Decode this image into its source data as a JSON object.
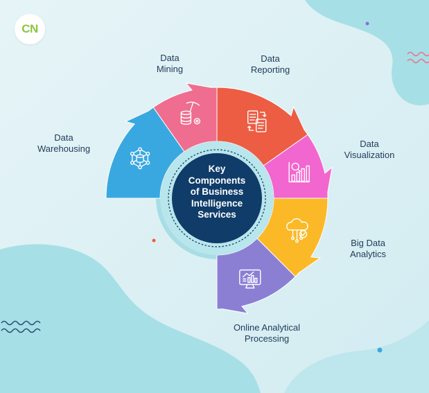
{
  "logo": {
    "text": "CN"
  },
  "center": {
    "line1": "Key",
    "line2": "Components",
    "line3": "of Business",
    "line4": "Intelligence",
    "line5": "Services"
  },
  "segments": [
    {
      "line1": "Data",
      "line2": "Warehousing",
      "color": "#3aa8e0",
      "icon": "network-database-icon"
    },
    {
      "line1": "Data",
      "line2": "Mining",
      "color": "#ef6d8e",
      "icon": "pickaxe-database-gear-icon"
    },
    {
      "line1": "Data",
      "line2": "Reporting",
      "color": "#ec5d44",
      "icon": "documents-exchange-icon"
    },
    {
      "line1": "Data",
      "line2": "Visualization",
      "color": "#f266cf",
      "icon": "chart-magnifier-icon"
    },
    {
      "line1": "Big Data",
      "line2": "Analytics",
      "color": "#fbb928",
      "icon": "cloud-data-check-icon"
    },
    {
      "line1": "Online Analytical",
      "line2": "Processing",
      "color": "#8b7fd4",
      "icon": "monitor-chart-icon"
    }
  ],
  "colors": {
    "label_text": "#1f3a5a",
    "center_fill": "#0f3c69",
    "ring": "#a8dde5",
    "accent": "#8cc63f"
  }
}
